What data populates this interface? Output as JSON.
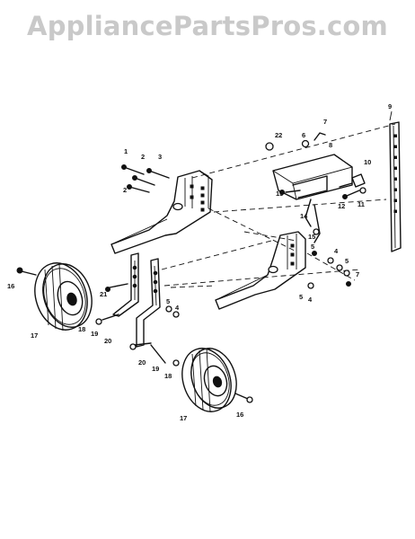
{
  "watermark": "AppliancePartsPros.com",
  "callouts": [
    {
      "id": "c1",
      "text": "1"
    },
    {
      "id": "c2a",
      "text": "2"
    },
    {
      "id": "c2b",
      "text": "2"
    },
    {
      "id": "c3",
      "text": "3"
    },
    {
      "id": "c4a",
      "text": "4"
    },
    {
      "id": "c4b",
      "text": "4"
    },
    {
      "id": "c4c",
      "text": "4"
    },
    {
      "id": "c5a",
      "text": "5"
    },
    {
      "id": "c5b",
      "text": "5"
    },
    {
      "id": "c5c",
      "text": "5"
    },
    {
      "id": "c5d",
      "text": "5"
    },
    {
      "id": "c6",
      "text": "6"
    },
    {
      "id": "c7a",
      "text": "7"
    },
    {
      "id": "c7b",
      "text": "7"
    },
    {
      "id": "c8",
      "text": "8"
    },
    {
      "id": "c9",
      "text": "9"
    },
    {
      "id": "c10",
      "text": "10"
    },
    {
      "id": "c11",
      "text": "11"
    },
    {
      "id": "c12",
      "text": "12"
    },
    {
      "id": "c13",
      "text": "13"
    },
    {
      "id": "c14",
      "text": "14"
    },
    {
      "id": "c15",
      "text": "15"
    },
    {
      "id": "c16a",
      "text": "16"
    },
    {
      "id": "c16b",
      "text": "16"
    },
    {
      "id": "c17a",
      "text": "17"
    },
    {
      "id": "c17b",
      "text": "17"
    },
    {
      "id": "c18a",
      "text": "18"
    },
    {
      "id": "c18b",
      "text": "18"
    },
    {
      "id": "c19a",
      "text": "19"
    },
    {
      "id": "c19b",
      "text": "19"
    },
    {
      "id": "c20a",
      "text": "20"
    },
    {
      "id": "c20b",
      "text": "20"
    },
    {
      "id": "c21",
      "text": "21"
    },
    {
      "id": "c22",
      "text": "22"
    }
  ]
}
